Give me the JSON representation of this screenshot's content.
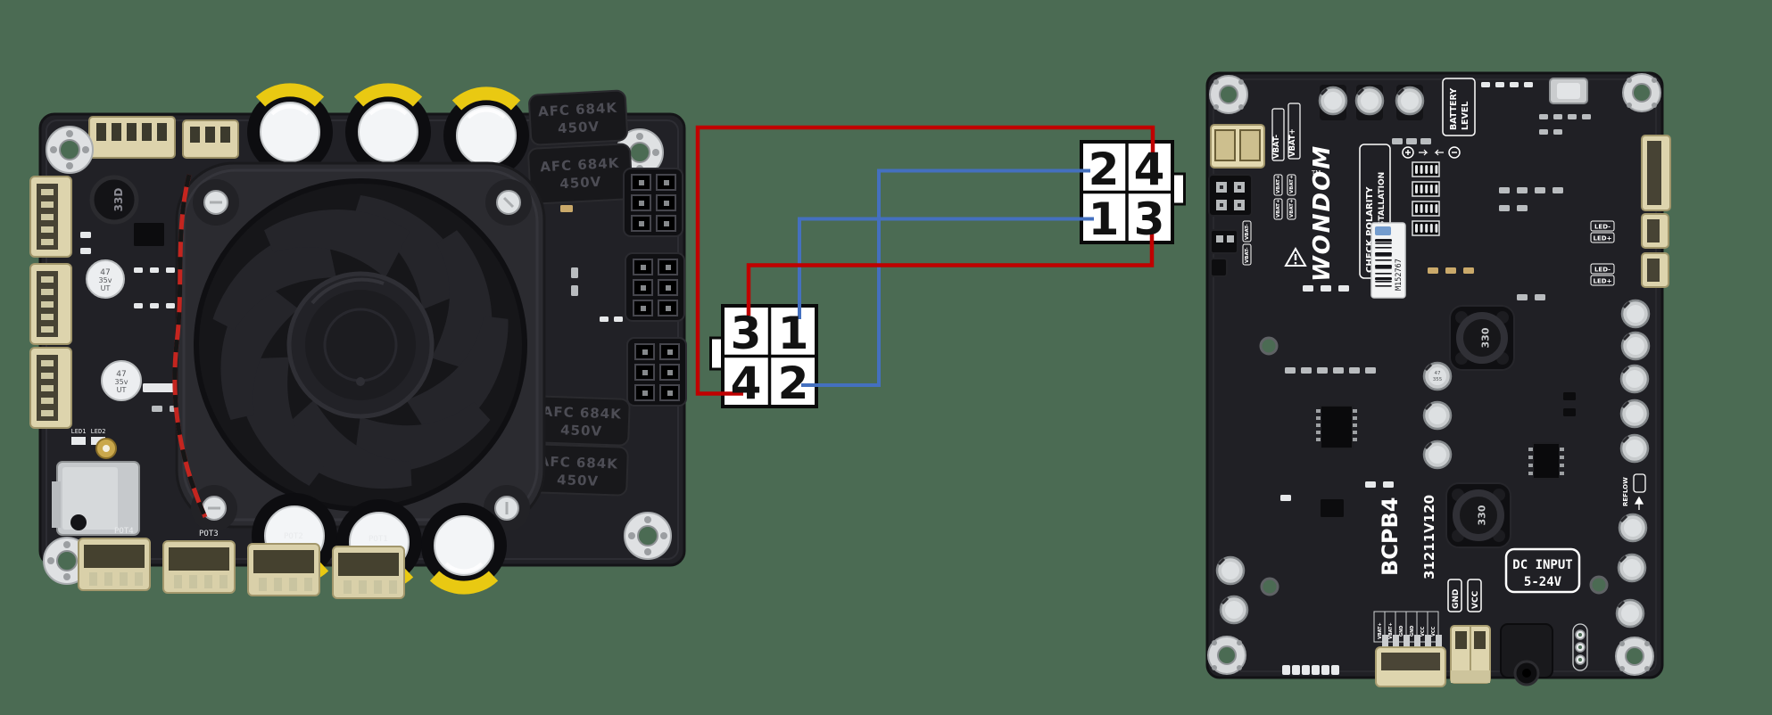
{
  "scene": {
    "background": "#4b6b53"
  },
  "diagram": {
    "left_connector": {
      "tl": "3",
      "tr": "1",
      "bl": "4",
      "br": "2"
    },
    "right_connector": {
      "tl": "2",
      "tr": "4",
      "bl": "1",
      "br": "3"
    },
    "wire_red": "#c00000",
    "wire_blue": "#4470bf"
  },
  "left_board": {
    "film_cap_line1": "AFC 684K",
    "film_cap_line2": "450V",
    "inductor": "33D",
    "cap47": {
      "l1": "47",
      "l2": "35v",
      "l3": "UT"
    },
    "pots": [
      "POT4",
      "POT3",
      "POT2",
      "POT1"
    ],
    "leds": [
      "LED1",
      "LED2"
    ]
  },
  "right_board": {
    "battery_level_l1": "BATTERY",
    "battery_level_l2": "LEVEL",
    "brand": "WONDOM",
    "tm": "TM",
    "warn_l1": "CHECK POLARITY",
    "warn_l2": "BEFORE INSTALLATION",
    "serial": "M152767",
    "model": "BCPB4",
    "version": "31211V120",
    "dc_l1": "DC INPUT",
    "dc_l2": "5-24V",
    "gnd": "GND",
    "vcc": "VCC",
    "vbat_plus": "VBAT+",
    "vbat_minus": "VBAT-",
    "led_minus": "LED-",
    "led_plus": "LED+",
    "inductor": "330",
    "reflow": "REFLOW",
    "bottom_labels": [
      "VBAT+",
      "VBAT+",
      "GND",
      "GND",
      "VCC",
      "VCC"
    ],
    "cap_marking_l1": "47",
    "cap_marking_l2": "355"
  }
}
